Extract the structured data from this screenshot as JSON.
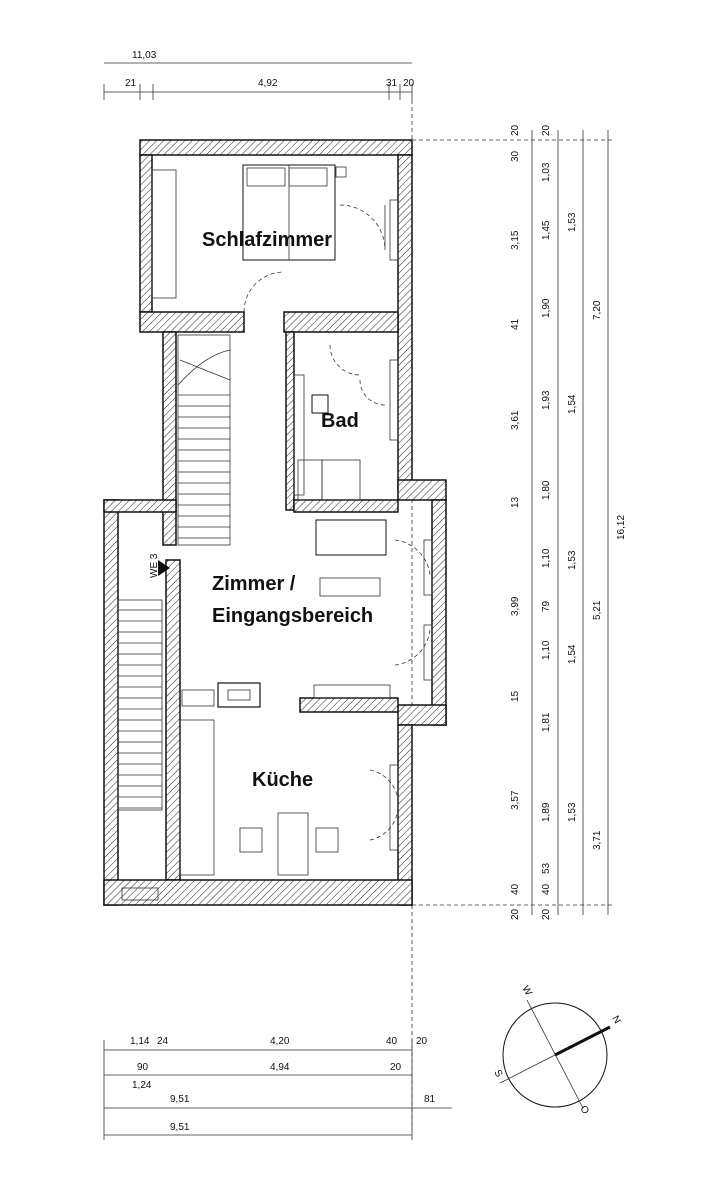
{
  "rooms": {
    "schlafzimmer": "Schlafzimmer",
    "bad": "Bad",
    "zimmer_line1": "Zimmer /",
    "zimmer_line2": "Eingangsbereich",
    "kueche": "Küche"
  },
  "unit_marker": "WE 3",
  "top_dims": {
    "total": "11,03",
    "a": "21",
    "b": "4,92",
    "c": "31",
    "d": "20"
  },
  "bottom_dims": {
    "row1": [
      "1,14",
      "24",
      "4,20",
      "40",
      "20"
    ],
    "row2": [
      "90",
      "4,94",
      "20"
    ],
    "row2b": "1,24",
    "row3": [
      "9,51",
      "81"
    ],
    "row4": "9,51"
  },
  "right_dims": {
    "col1": [
      "20",
      "3,15",
      "41",
      "3,61",
      "13",
      "3,99",
      "15",
      "3,57",
      "40",
      "20"
    ],
    "col1_top": "30",
    "col2": [
      "20",
      "1,03",
      "1,45",
      "1,90",
      "1,93",
      "1,80",
      "1,10",
      "79",
      "1,10",
      "1,81",
      "1,89",
      "53",
      "40",
      "20"
    ],
    "col3": [
      "1,53",
      "1,54",
      "1,53",
      "1,54",
      "1,53"
    ],
    "col4": [
      "7,20",
      "5,21",
      "3,71"
    ],
    "col5": "16,12"
  },
  "compass": {
    "n": "N",
    "s": "S",
    "w": "W",
    "o": "O"
  }
}
